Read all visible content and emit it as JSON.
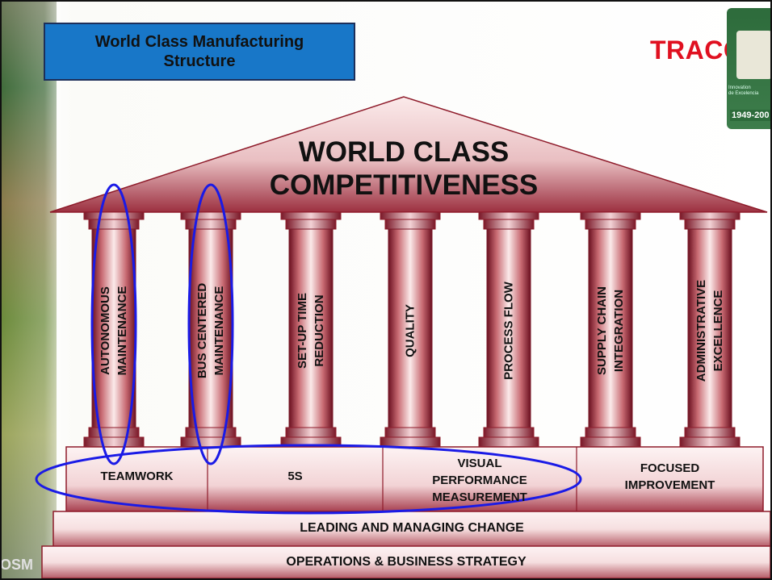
{
  "title": {
    "line1": "World Class Manufacturing",
    "line2": "Structure"
  },
  "brand": "TRACC",
  "corner_mark": "OSM",
  "seal": {
    "year": "1949-200",
    "line1": "Innovation",
    "line2": "de Excelencia"
  },
  "roof": {
    "line1": "WORLD CLASS",
    "line2": "COMPETITIVENESS"
  },
  "pillars": [
    {
      "line1": "AUTONOMOUS",
      "line2": "MAINTENANCE",
      "circled": true
    },
    {
      "line1": "BUS CENTERED",
      "line2": "MAINTENANCE",
      "circled": true
    },
    {
      "line1": "SET-UP TIME",
      "line2": "REDUCTION",
      "circled": false
    },
    {
      "line1": "QUALITY",
      "line2": "",
      "circled": false
    },
    {
      "line1": "PROCESS FLOW",
      "line2": "",
      "circled": false
    },
    {
      "line1": "SUPPLY CHAIN",
      "line2": "INTEGRATION",
      "circled": false
    },
    {
      "line1": "ADMINISTRATIVE",
      "line2": "EXCELLENCE",
      "circled": false
    }
  ],
  "base": [
    {
      "line1": "TEAMWORK",
      "line2": "",
      "line3": ""
    },
    {
      "line1": "5S",
      "line2": "",
      "line3": ""
    },
    {
      "line1": "VISUAL",
      "line2": "PERFORMANCE",
      "line3": "MEASUREMENT"
    },
    {
      "line1": "FOCUSED",
      "line2": "IMPROVEMENT",
      "line3": ""
    }
  ],
  "strips": {
    "upper": "LEADING AND MANAGING CHANGE",
    "lower": "OPERATIONS & BUSINESS STRATEGY"
  },
  "colors": {
    "structure_light": "#fbeaea",
    "structure_dark": "#8e1b2a",
    "title_box": "#1877c8",
    "highlight_ellipse": "#1a1ae6",
    "brand": "#e01020"
  }
}
